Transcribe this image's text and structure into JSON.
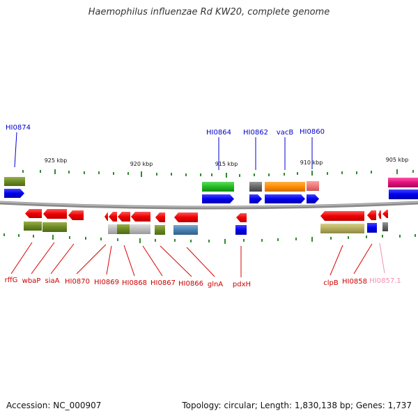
{
  "title": "Haemophilus influenzae Rd KW20, complete genome",
  "accession": "Accession: NC_000907",
  "summary": "Topology: circular; Length: 1,830,138 bp; Genes: 1,737",
  "scale_labels": [
    "925 kbp",
    "920 kbp",
    "915 kbp",
    "910 kbp",
    "905 kbp"
  ],
  "top_labels": [
    "HI0874",
    "HI0864",
    "HI0862",
    "vacB",
    "HI0860"
  ],
  "bottom_labels": [
    "rffG",
    "wbaP",
    "siaA",
    "HI0870",
    "HI0869",
    "HI0868",
    "HI0867",
    "HI0866",
    "glnA",
    "pdxH",
    "clpB",
    "HI0858",
    "HI0857.1"
  ],
  "colors": {
    "gene_top": "#0000ee",
    "gene_bottom": "#ee0000",
    "pseudo_label": "#f08fb0",
    "backbone": "#777777",
    "tick": "#228822"
  }
}
